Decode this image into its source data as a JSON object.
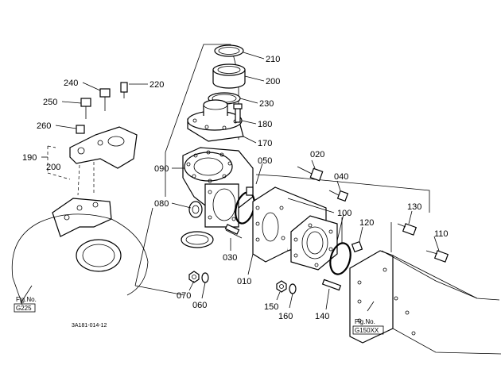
{
  "diagram": {
    "callouts": {
      "p210": "210",
      "p200": "200",
      "p220": "220",
      "p240": "240",
      "p230": "230",
      "p250": "250",
      "p180": "180",
      "p260": "260",
      "p170": "170",
      "p190": "190",
      "p200b": "200",
      "p020": "020",
      "p050": "050",
      "p090": "090",
      "p040": "040",
      "p080": "080",
      "p130": "130",
      "p100": "100",
      "p120": "120",
      "p110": "110",
      "p030": "030",
      "p010": "010",
      "p070": "070",
      "p060": "060",
      "p150": "150",
      "p160": "160",
      "p140": "140"
    },
    "fig_left": {
      "line1": "Fig.No.",
      "line2": "G225"
    },
    "fig_right": {
      "line1": "Fig.No.",
      "line2": "G150XX"
    },
    "drawing_code": "3A181-014-12"
  }
}
